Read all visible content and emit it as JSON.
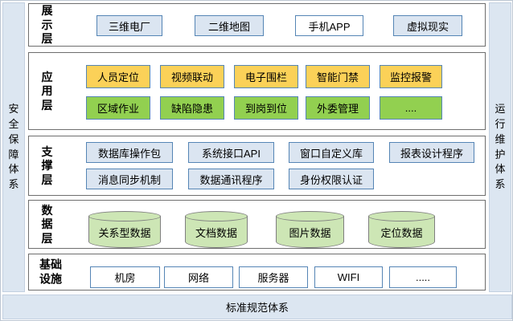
{
  "frame": {
    "left_bar": "安全保障体系",
    "right_bar": "运行维护体系",
    "bottom_bar": "标准规范体系"
  },
  "layers": [
    {
      "label": "展示层",
      "boxes": [
        "三维电厂",
        "二维地图",
        "手机APP",
        "虚拟现实"
      ]
    },
    {
      "label": "应用层",
      "row1": [
        "人员定位",
        "视频联动",
        "电子围栏",
        "智能门禁",
        "监控报警"
      ],
      "row2": [
        "区域作业",
        "缺陷隐患",
        "到岗到位",
        "外委管理",
        "...."
      ]
    },
    {
      "label": "支撑层",
      "row1": [
        "数据库操作包",
        "系统接口API",
        "窗口自定义库",
        "报表设计程序"
      ],
      "row2": [
        "消息同步机制",
        "数据通讯程序",
        "身份权限认证"
      ]
    },
    {
      "label": "数据层",
      "cylinders": [
        "关系型数据",
        "文档数据",
        "图片数据",
        "定位数据"
      ]
    },
    {
      "label": "基础设施",
      "boxes": [
        "机房",
        "网络",
        "服务器",
        "WIFI",
        "....."
      ]
    }
  ],
  "colors": {
    "pillar_fill": "#dce6f1",
    "blue_box_fill": "#dbe5f1",
    "blue_box_border": "#5585b5",
    "yellow_fill": "#fbd158",
    "green_fill": "#92d050",
    "cylinder_fill": "#cde6b5",
    "cylinder_border": "#7f7f7f",
    "layer_border": "#6e6e6e"
  }
}
